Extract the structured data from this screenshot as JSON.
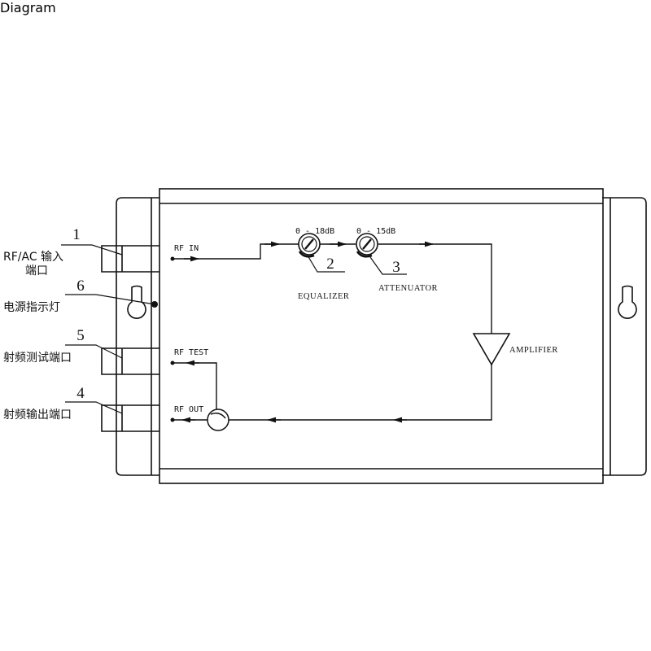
{
  "callouts": [
    {
      "num": "1",
      "label_line1": "RF/AC 输入",
      "label_line2": "端口"
    },
    {
      "num": "6",
      "label": "电源指示灯"
    },
    {
      "num": "5",
      "label": "射频测试端口"
    },
    {
      "num": "4",
      "label": "射频输出端口"
    },
    {
      "num": "2"
    },
    {
      "num": "3"
    }
  ],
  "signals": {
    "rf_in": "RF IN",
    "rf_test": "RF TEST",
    "rf_out": "RF OUT"
  },
  "components": {
    "equalizer": {
      "label": "EQUALIZER",
      "range": "0 - 18dB"
    },
    "attenuator": {
      "label": "ATTENUATOR",
      "range": "0 - 15dB"
    },
    "amplifier": {
      "label": "AMPLIFIER"
    }
  }
}
